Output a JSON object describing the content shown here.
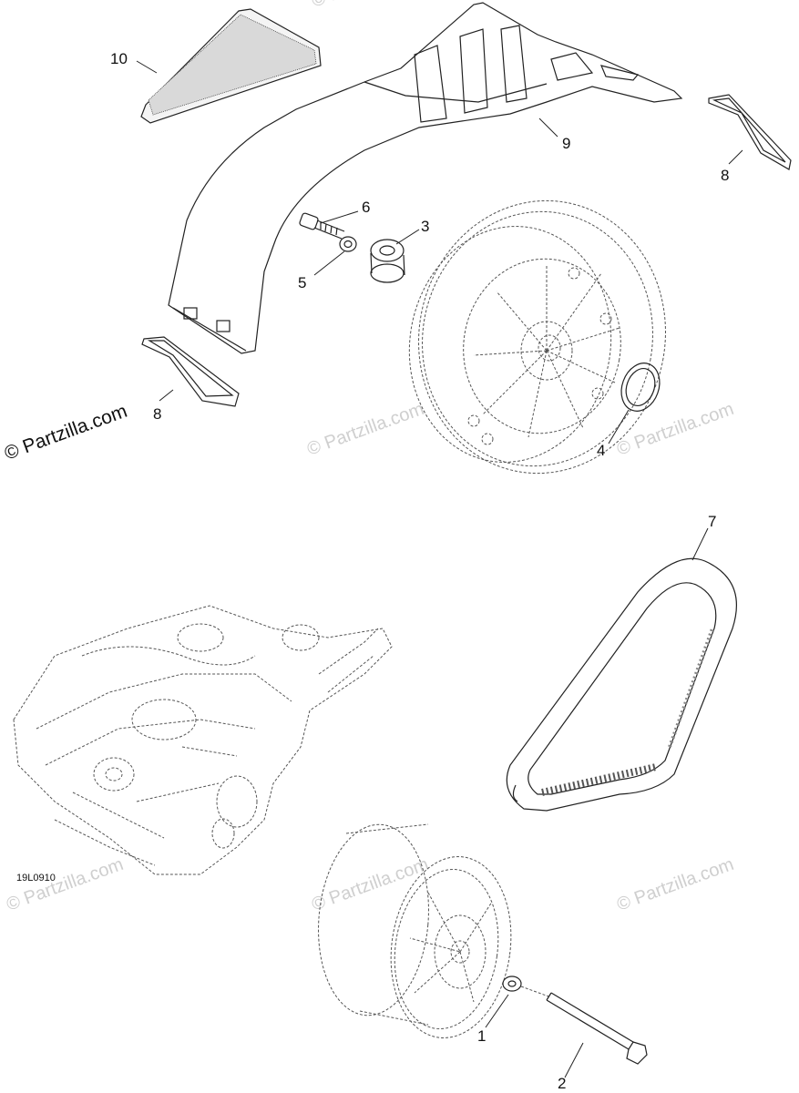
{
  "diagram": {
    "drawing_code": "19L0910",
    "copyright_text": "© Partzilla.com",
    "watermark_text": "© Partzilla.com",
    "callouts": {
      "c1": "1",
      "c2": "2",
      "c3": "3",
      "c4": "4",
      "c5": "5",
      "c6": "6",
      "c7": "7",
      "c8a": "8",
      "c8b": "8",
      "c9": "9",
      "c10": "10"
    },
    "colors": {
      "line": "#222222",
      "watermark": "#cfcfcf"
    }
  }
}
